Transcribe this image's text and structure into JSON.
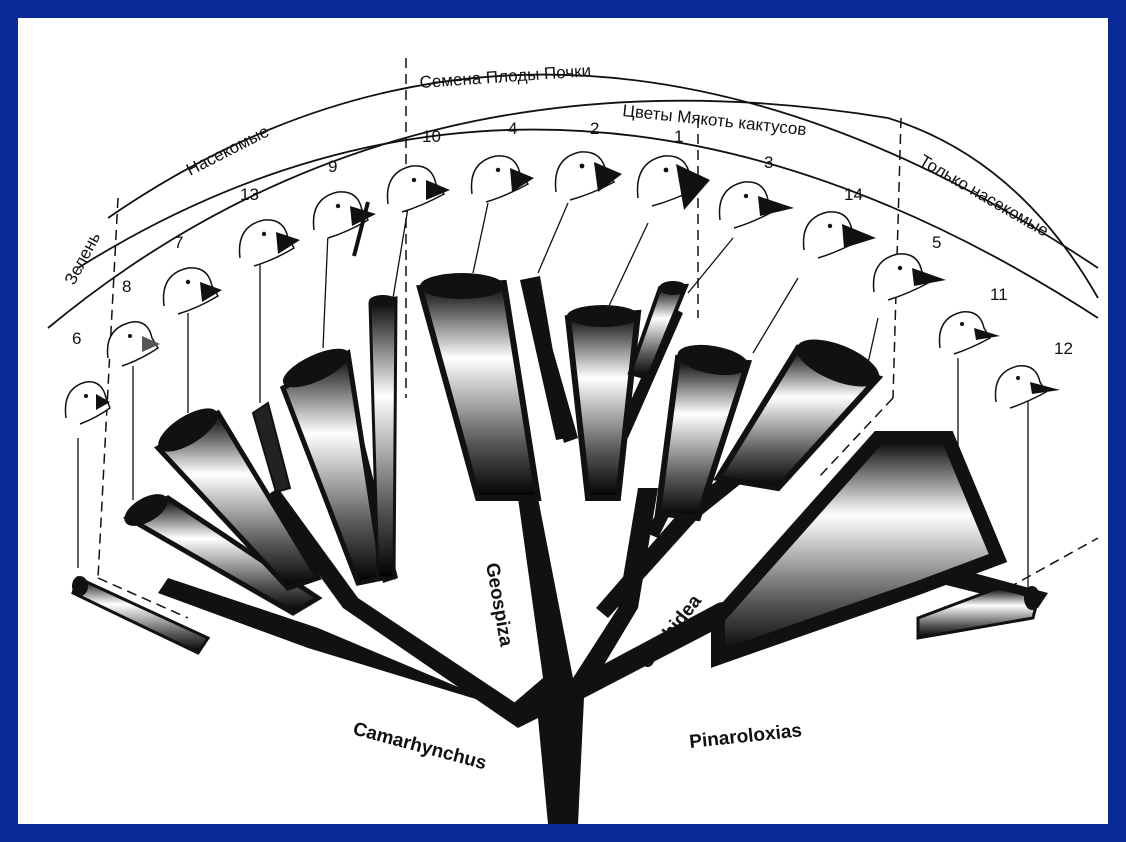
{
  "colors": {
    "frame": "#0a2a9a",
    "panel": "#ffffff",
    "ink": "#111111"
  },
  "diet_categories": {
    "greens": "Зелень",
    "insects": "Насекомые",
    "seeds": "Семена Плоды Почки",
    "cactus": "Цветы Мякоть кактусов",
    "insects_only": "Только насекомые"
  },
  "genera": {
    "camarhynchus": "Camarhynchus",
    "geospiza": "Geospiza",
    "certhidea": "Certhidea",
    "pinaroloxias": "Pinaroloxias"
  },
  "species_numbers": {
    "s6": "6",
    "s8": "8",
    "s7": "7",
    "s13": "13",
    "s9": "9",
    "s10": "10",
    "s4": "4",
    "s2": "2",
    "s1": "1",
    "s3": "3",
    "s14": "14",
    "s5": "5",
    "s11": "11",
    "s12": "12"
  },
  "icons": {
    "bird_head": "finch-head-icon",
    "twig": "twig-tool-icon"
  }
}
